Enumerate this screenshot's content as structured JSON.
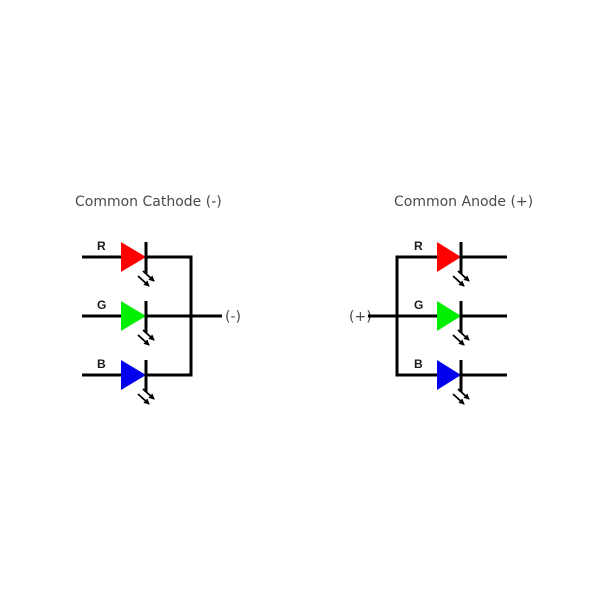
{
  "diagrams": [
    {
      "id": "cathode",
      "title": "Common Cathode (-)",
      "terminal_label": "(-)",
      "leds": [
        {
          "label": "R",
          "color": "#ff0000"
        },
        {
          "label": "G",
          "color": "#00ee00"
        },
        {
          "label": "B",
          "color": "#0000ee"
        }
      ]
    },
    {
      "id": "anode",
      "title": "Common Anode (+)",
      "terminal_label": "(+)",
      "leds": [
        {
          "label": "R",
          "color": "#ff0000"
        },
        {
          "label": "G",
          "color": "#00ee00"
        },
        {
          "label": "B",
          "color": "#0000ee"
        }
      ]
    }
  ]
}
